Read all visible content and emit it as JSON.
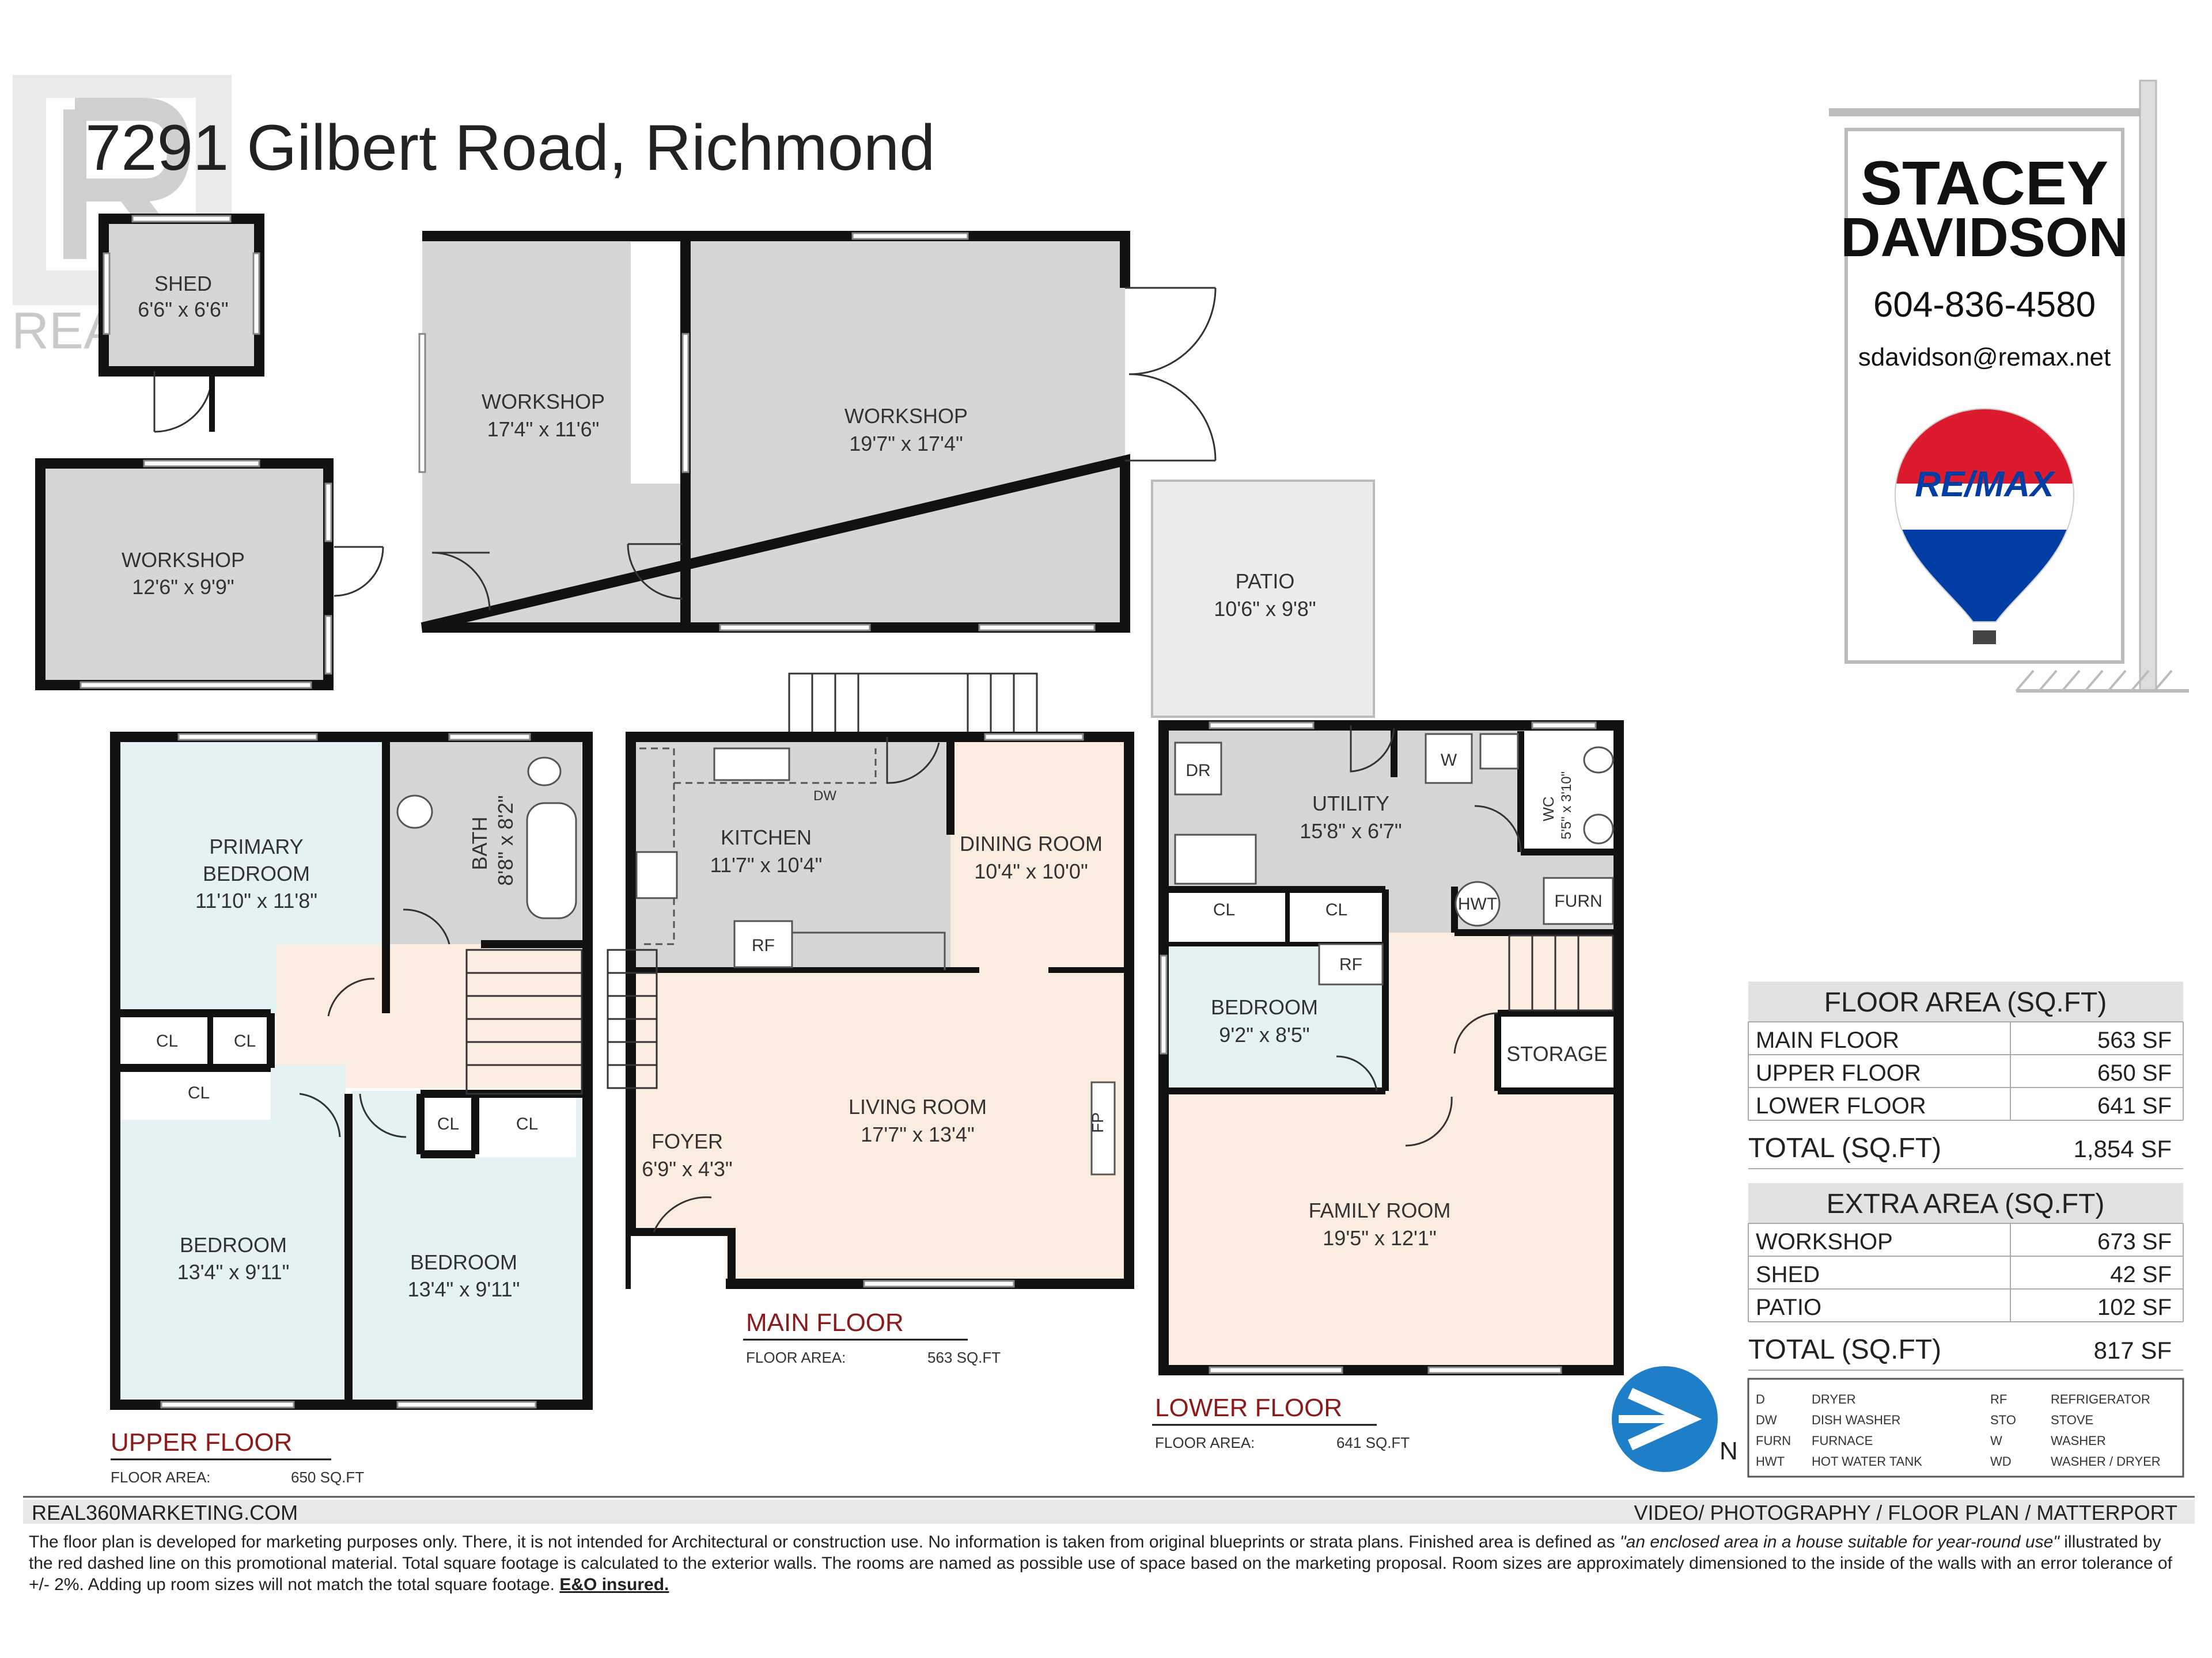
{
  "header": {
    "address": "7291 Gilbert Road, Richmond",
    "watermark": "REALTOR"
  },
  "agent": {
    "first_name": "STACEY",
    "last_name": "DAVIDSON",
    "phone": "604-836-4580",
    "email": "sdavidson@remax.net",
    "brand": "RE/MAX",
    "brand_colors": {
      "red": "#dc1c2e",
      "blue": "#003da5",
      "white": "#ffffff"
    }
  },
  "outbuildings": {
    "shed": {
      "name": "SHED",
      "dims": "6'6\" x 6'6\""
    },
    "workshop_small": {
      "name": "WORKSHOP",
      "dims": "12'6\" x 9'9\""
    },
    "workshop_mid": {
      "name": "WORKSHOP",
      "dims": "17'4\" x 11'6\""
    },
    "workshop_large": {
      "name": "WORKSHOP",
      "dims": "19'7\" x 17'4\""
    },
    "patio": {
      "name": "PATIO",
      "dims": "10'6\" x 9'8\""
    }
  },
  "upper_floor": {
    "title": "UPPER FLOOR",
    "area_label": "FLOOR AREA:",
    "area_value": "650 SQ.FT",
    "rooms": {
      "primary_bedroom": {
        "line1": "PRIMARY",
        "line2": "BEDROOM",
        "dims": "11'10\" x 11'8\""
      },
      "bath": {
        "name": "BATH",
        "dims": "8'8\" x 8'2\""
      },
      "bedroom_left": {
        "name": "BEDROOM",
        "dims": "13'4\" x 9'11\""
      },
      "bedroom_right": {
        "name": "BEDROOM",
        "dims": "13'4\" x 9'11\""
      }
    },
    "closets": [
      "CL",
      "CL",
      "CL",
      "CL",
      "CL"
    ]
  },
  "main_floor": {
    "title": "MAIN FLOOR",
    "area_label": "FLOOR AREA:",
    "area_value": "563 SQ.FT",
    "rooms": {
      "kitchen": {
        "name": "KITCHEN",
        "dims": "11'7\" x 10'4\""
      },
      "dining": {
        "name": "DINING ROOM",
        "dims": "10'4\" x 10'0\""
      },
      "living": {
        "name": "LIVING ROOM",
        "dims": "17'7\" x 13'4\""
      },
      "foyer": {
        "name": "FOYER",
        "dims": "6'9\" x 4'3\""
      }
    },
    "fixtures": {
      "dw": "DW",
      "rf": "RF",
      "fp": "FP"
    }
  },
  "lower_floor": {
    "title": "LOWER FLOOR",
    "area_label": "FLOOR AREA:",
    "area_value": "641 SQ.FT",
    "rooms": {
      "utility": {
        "name": "UTILITY",
        "dims": "15'8\" x 6'7\""
      },
      "wc": {
        "name": "WC",
        "dims": "5'5\" x 3'10\""
      },
      "bedroom": {
        "name": "BEDROOM",
        "dims": "9'2\" x 8'5\""
      },
      "storage": {
        "name": "STORAGE"
      },
      "family": {
        "name": "FAMILY ROOM",
        "dims": "19'5\" x 12'1\""
      }
    },
    "fixtures": {
      "dr": "DR",
      "w": "W",
      "hwt": "HWT",
      "furn": "FURN",
      "rf": "RF",
      "cl1": "CL",
      "cl2": "CL"
    }
  },
  "floor_area_table": {
    "title": "FLOOR AREA (SQ.FT)",
    "rows": [
      {
        "label": "MAIN FLOOR",
        "value": "563 SF"
      },
      {
        "label": "UPPER FLOOR",
        "value": "650 SF"
      },
      {
        "label": "LOWER FLOOR",
        "value": "641 SF"
      }
    ],
    "total_label": "TOTAL (SQ.FT)",
    "total_value": "1,854 SF"
  },
  "extra_area_table": {
    "title": "EXTRA AREA (SQ.FT)",
    "rows": [
      {
        "label": "WORKSHOP",
        "value": "673 SF"
      },
      {
        "label": "SHED",
        "value": "42 SF"
      },
      {
        "label": "PATIO",
        "value": "102 SF"
      }
    ],
    "total_label": "TOTAL (SQ.FT)",
    "total_value": "817 SF"
  },
  "legend": {
    "rows": [
      {
        "a": "D",
        "b": "DRYER",
        "c": "RF",
        "d": "REFRIGERATOR"
      },
      {
        "a": "DW",
        "b": "DISH WASHER",
        "c": "STO",
        "d": "STOVE"
      },
      {
        "a": "FURN",
        "b": "FURNACE",
        "c": "W",
        "d": "WASHER"
      },
      {
        "a": "HWT",
        "b": "HOT WATER TANK",
        "c": "WD",
        "d": "WASHER / DRYER"
      }
    ]
  },
  "compass": {
    "label": "N"
  },
  "footer": {
    "site": "REAL360MARKETING.COM",
    "services": "VIDEO/ PHOTOGRAPHY / FLOOR PLAN / MATTERPORT",
    "disclaimer_1": "The floor plan is developed for marketing purposes only. There, it is not intended for Architectural or construction use. No information is  taken from original blueprints or strata plans. Finished area is defined as ",
    "disclaimer_quote": "\"an enclosed area in a house suitable for year-round use\"",
    "disclaimer_2": " illustrated by the red dashed line on this promotional material. Total square footage is calculated to the exterior walls. The rooms are named as possible use of space based on the marketing proposal. Room sizes are approximately dimensioned to the inside of the walls with an error tolerance of +/- 2%. Adding up room sizes will not match the total square footage. ",
    "disclaimer_bold": "E&O insured."
  }
}
